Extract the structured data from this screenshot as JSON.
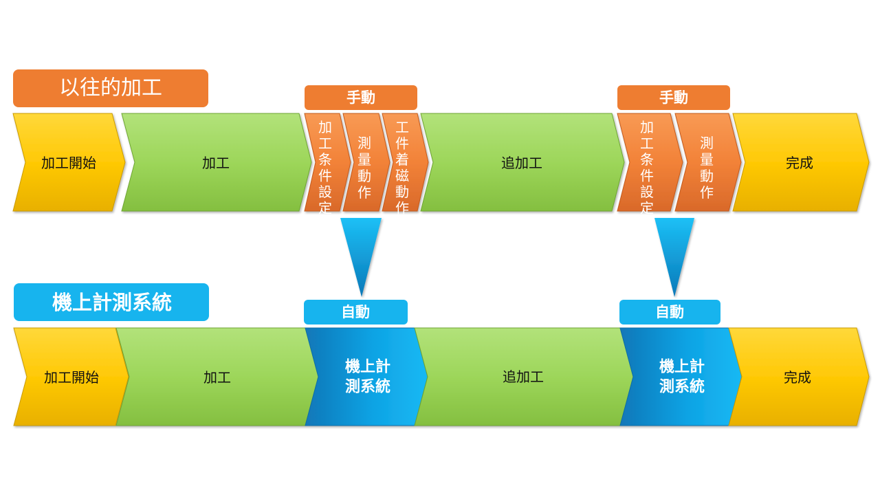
{
  "colors": {
    "orange": "#f07f35",
    "orange_label": "#ee7d31",
    "green": "#9dd65a",
    "yellow": "#ffc906",
    "blue": "#12b3ef",
    "blue_label": "#17b4ee",
    "text_dark": "#111111",
    "text_white": "#ffffff"
  },
  "top_section": {
    "title": "以往的加工",
    "manual_label_1": "手動",
    "manual_label_2": "手動",
    "steps": {
      "start": "加工開始",
      "machining": "加工",
      "cond1": "加工条件設定",
      "measure1": "測量動作",
      "workpiece": "工件着磁動作",
      "additional": "追加工",
      "cond2": "加工条件設定",
      "measure2": "測量動作",
      "done": "完成"
    }
  },
  "bottom_section": {
    "title": "機上計測系統",
    "auto_label_1": "自動",
    "auto_label_2": "自動",
    "steps": {
      "start": "加工開始",
      "machining": "加工",
      "system1_line1": "機上計",
      "system1_line2": "測系統",
      "additional": "追加工",
      "system2_line1": "機上計",
      "system2_line2": "測系統",
      "done": "完成"
    }
  }
}
